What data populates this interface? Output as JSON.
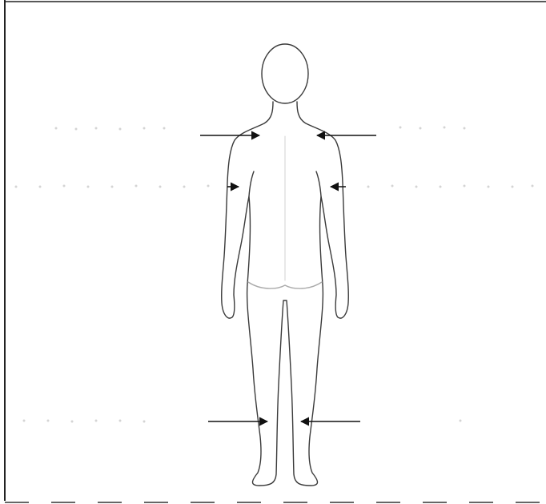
{
  "figure": {
    "description_labels": {
      "upper_left": "",
      "upper_right": "",
      "mid_left": "",
      "mid_right": "",
      "lower_left": "",
      "lower_right": ""
    },
    "colors": {
      "outline": "#3a3a3a",
      "arrow": "#111111",
      "frame": "#222222",
      "faint_text": "#cfcfcf"
    },
    "markers": [
      {
        "name": "shoulder-left-arrow",
        "direction": "right"
      },
      {
        "name": "shoulder-right-arrow",
        "direction": "left"
      },
      {
        "name": "upper-arm-left-arrow",
        "direction": "right"
      },
      {
        "name": "upper-arm-right-arrow",
        "direction": "left"
      },
      {
        "name": "calf-left-arrow",
        "direction": "right"
      },
      {
        "name": "calf-right-arrow",
        "direction": "left"
      }
    ]
  }
}
